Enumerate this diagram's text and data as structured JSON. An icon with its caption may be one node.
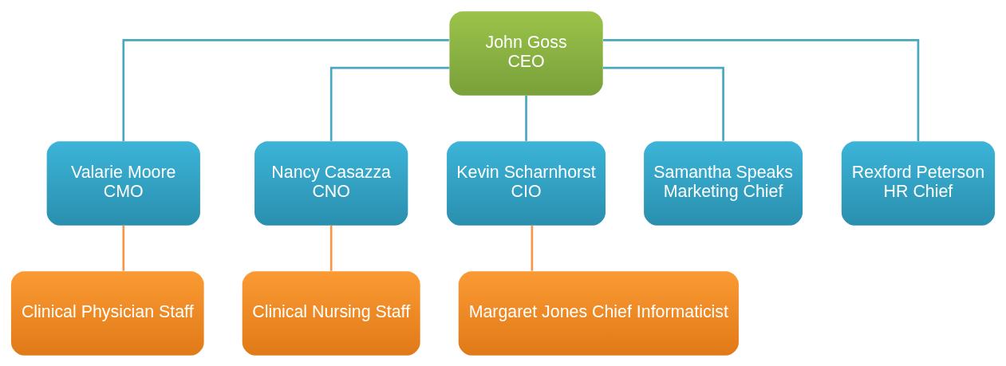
{
  "diagram": {
    "nodes": [
      {
        "text": [
          "John Goss",
          "CEO"
        ]
      },
      {
        "text": [
          "Valarie Moore",
          "CMO"
        ]
      },
      {
        "text": [
          "Nancy Casazza",
          "CNO"
        ]
      },
      {
        "text": [
          "Kevin Scharnhorst",
          "CIO"
        ]
      },
      {
        "text": [
          "Samantha Speaks",
          "Marketing Chief"
        ]
      },
      {
        "text": [
          "Rexford Peterson",
          "HR Chief"
        ]
      },
      {
        "text": [
          "Clinical Physician Staff"
        ]
      },
      {
        "text": [
          "Clinical Nursing Staff"
        ]
      },
      {
        "text": [
          "Margaret Jones Chief Informaticist"
        ]
      }
    ],
    "edges": [
      {
        "from": 0,
        "to": 1,
        "arrow": "none"
      },
      {
        "from": 0,
        "to": 2,
        "arrow": "none"
      },
      {
        "from": 0,
        "to": 3,
        "arrow": "none"
      },
      {
        "from": 0,
        "to": 4,
        "arrow": "none"
      },
      {
        "from": 0,
        "to": 5,
        "arrow": "none"
      },
      {
        "from": 1,
        "to": 6,
        "arrow": "none",
        "color": "#f79646"
      },
      {
        "from": 2,
        "to": 7,
        "arrow": "none",
        "color": "#f79646"
      },
      {
        "from": 3,
        "to": 8,
        "arrow": "none",
        "color": "#f79646"
      }
    ]
  }
}
